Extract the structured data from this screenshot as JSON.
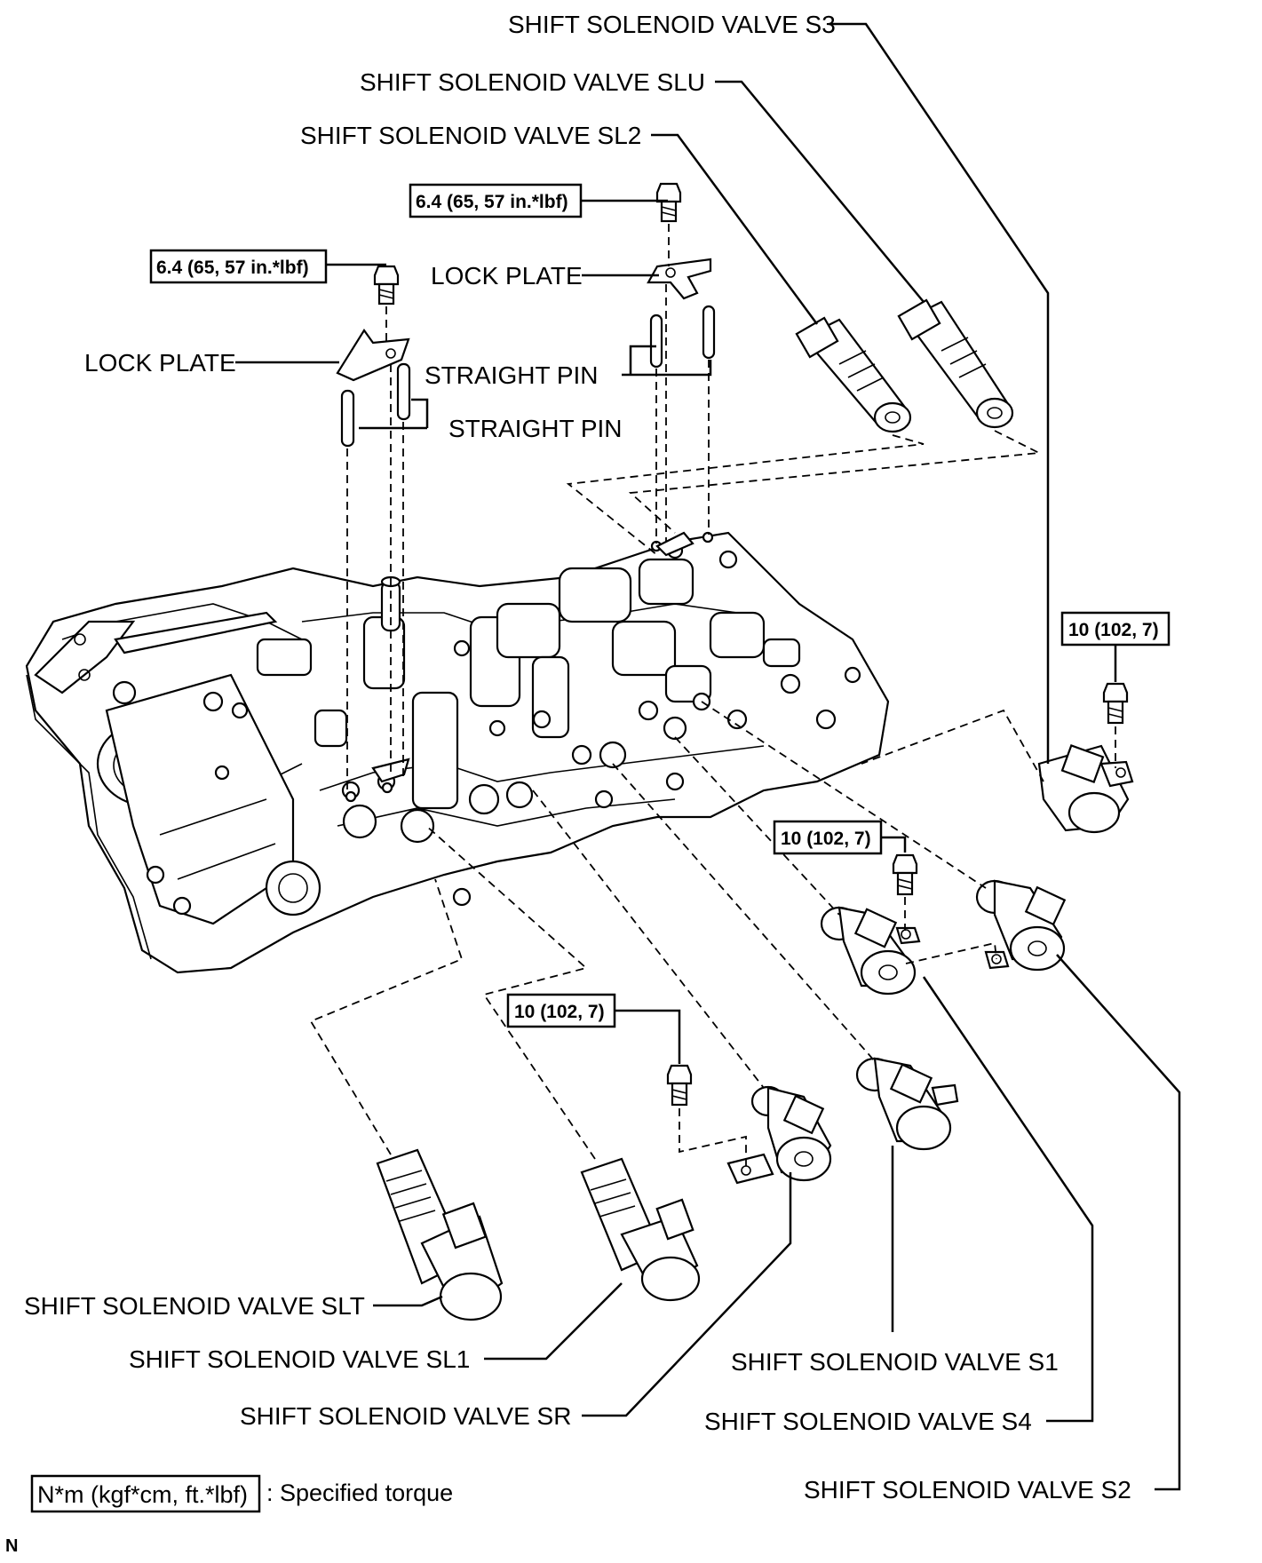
{
  "labels": {
    "s3": "SHIFT SOLENOID VALVE S3",
    "slu": "SHIFT SOLENOID VALVE SLU",
    "sl2": "SHIFT SOLENOID VALVE SL2",
    "lock_plate_right": "LOCK PLATE",
    "lock_plate_left": "LOCK PLATE",
    "straight_pin_right": "STRAIGHT PIN",
    "straight_pin_left": "STRAIGHT PIN",
    "slt": "SHIFT SOLENOID VALVE SLT",
    "sl1": "SHIFT SOLENOID VALVE SL1",
    "sr": "SHIFT SOLENOID VALVE SR",
    "s1": "SHIFT SOLENOID VALVE S1",
    "s4": "SHIFT SOLENOID VALVE S4",
    "s2": "SHIFT SOLENOID VALVE S2"
  },
  "torques": {
    "bolt_top_right": "6.4 (65, 57 in.*lbf)",
    "bolt_top_left": "6.4 (65, 57 in.*lbf)",
    "bolt_s3": "10 (102, 7)",
    "bolt_s1_s4": "10 (102, 7)",
    "bolt_sr": "10 (102, 7)"
  },
  "legend": {
    "unit_box": "N*m (kgf*cm, ft.*lbf)",
    "description": ": Specified torque"
  },
  "figure_code": "N"
}
